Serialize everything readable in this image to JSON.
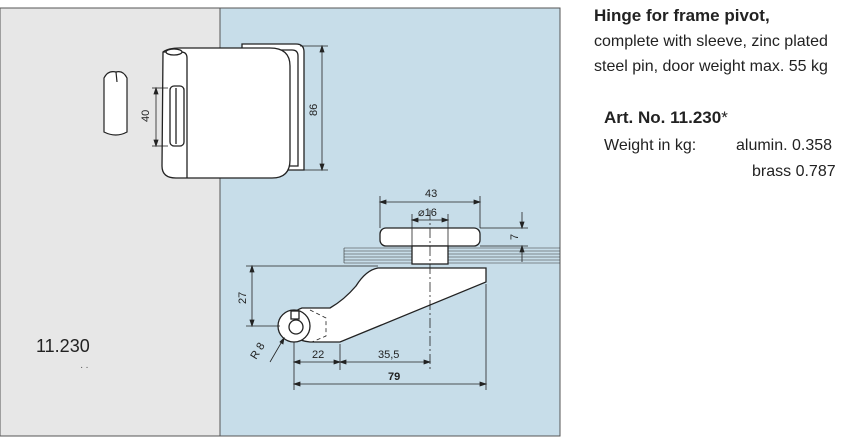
{
  "product": {
    "title": "Hinge for frame pivot,",
    "description_line1": "complete with sleeve, zinc plated",
    "description_line2": "steel pin, door weight max. 55 kg",
    "art_label": "Art. No.",
    "art_number": "11.230",
    "art_suffix": "*",
    "weight_label": "Weight in kg:",
    "weight_alumin": "alumin. 0.358",
    "weight_brass": "brass 0.787"
  },
  "drawing": {
    "model_code": "11.230",
    "dims": {
      "d40": "40",
      "d86": "86",
      "d43": "43",
      "d16": "⌀16",
      "d7": "7",
      "d27": "27",
      "dR8": "R 8",
      "d22": "22",
      "d355": "35,5",
      "d79": "79"
    },
    "colors": {
      "left_wall": "#e7e7e7",
      "glass": "#c7dde9",
      "line": "#222222"
    }
  }
}
